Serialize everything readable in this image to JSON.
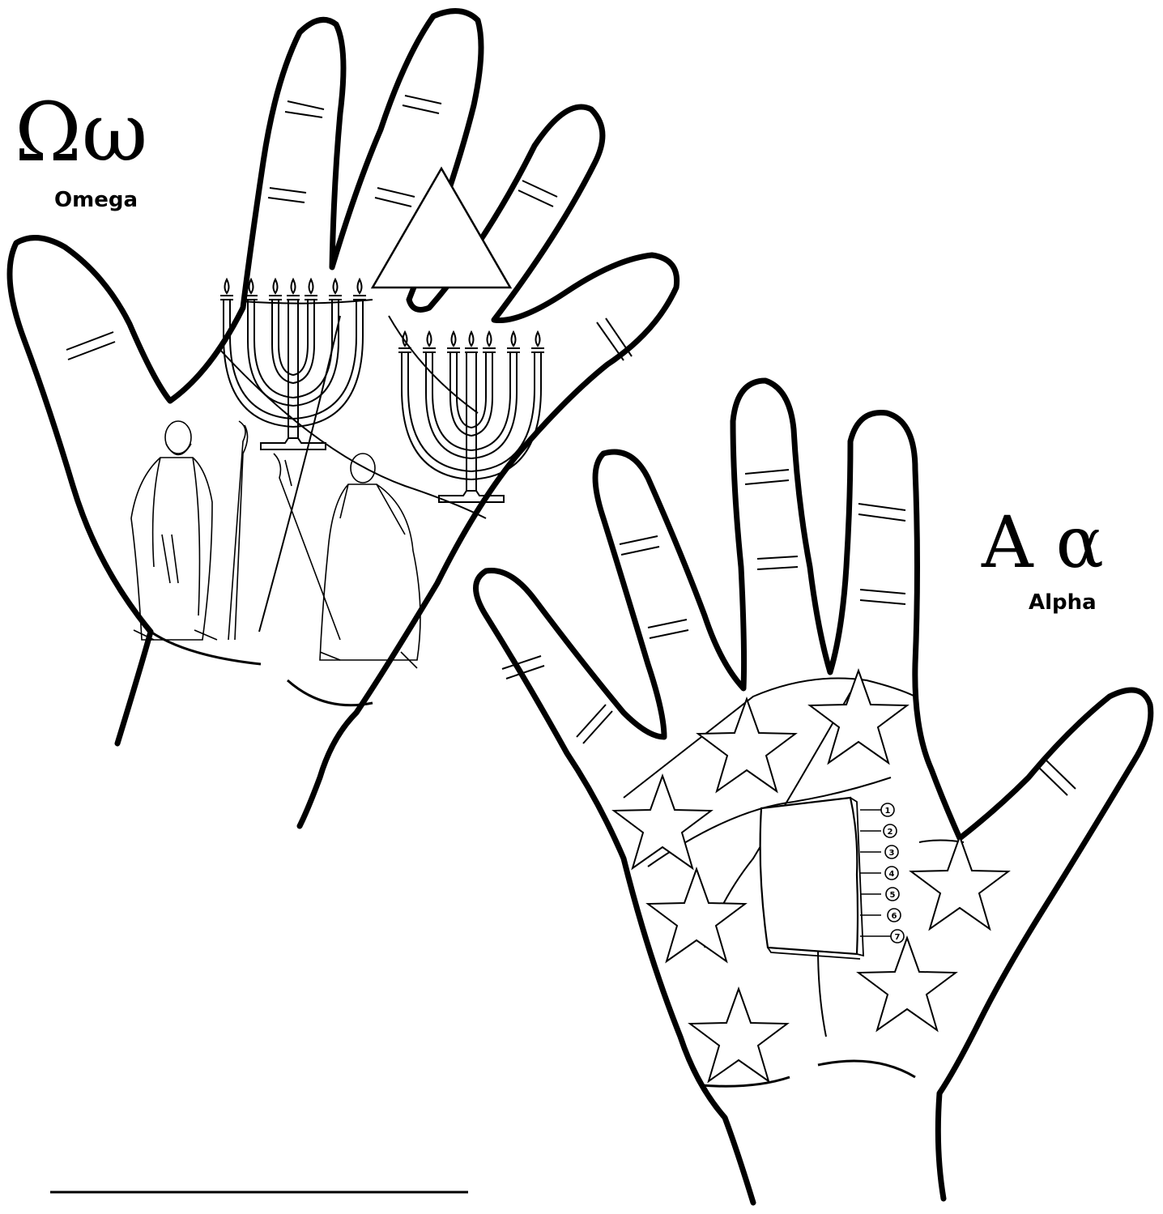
{
  "omega": {
    "glyphs": "Ωω",
    "label": "Omega"
  },
  "alpha": {
    "glyphs": "A α",
    "label": "Alpha"
  },
  "scroll_tabs": [
    "1",
    "2",
    "3",
    "4",
    "5",
    "6",
    "7"
  ],
  "colors": {
    "ink": "#000000",
    "paper": "#ffffff"
  },
  "illustrations": {
    "left_hand": "hand-outline",
    "right_hand": "hand-outline",
    "triangle": "triangle-icon",
    "lampstands": "menorah-icon",
    "figures": "robed-figure-icon",
    "stars": "star-icon",
    "book": "book-icon"
  }
}
